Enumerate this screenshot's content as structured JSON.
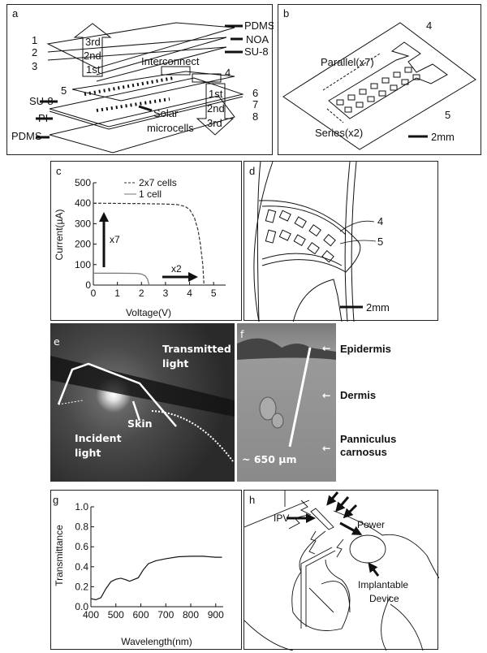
{
  "panel_a": {
    "letter": "a",
    "layers_top": [
      "PDMS",
      "NOA",
      "SU-8"
    ],
    "numbers_left": [
      "1",
      "2",
      "3"
    ],
    "order_up": [
      "3rd",
      "2nd",
      "1st"
    ],
    "interconnect": "Interconnect",
    "num4": "4",
    "num5": "5",
    "num6": "6",
    "num7": "7",
    "num8": "8",
    "order_down": [
      "1st",
      "2nd",
      "3rd"
    ],
    "layers_bottom": [
      "SU-8",
      "PI",
      "PDMS"
    ],
    "solar": [
      "Solar",
      "microcells"
    ]
  },
  "panel_b": {
    "letter": "b",
    "num4": "4",
    "num5": "5",
    "parallel": "Parallel(x7)",
    "series": "Series(x2)",
    "scale": "2mm"
  },
  "panel_c": {
    "letter": "c",
    "x7": "x7",
    "x2": "x2"
  },
  "panel_d": {
    "letter": "d",
    "num4": "4",
    "num5": "5",
    "scale": "2mm"
  },
  "panel_e": {
    "letter": "e",
    "transmitted": [
      "Transmitted",
      "light"
    ],
    "skin": "Skin",
    "incident": [
      "Incident",
      "light"
    ]
  },
  "panel_f": {
    "letter": "f",
    "thickness": "~ 650 µm",
    "layers": [
      "Epidermis",
      "Dermis",
      "Panniculus",
      "carnosus"
    ]
  },
  "panel_g": {
    "letter": "g"
  },
  "panel_h": {
    "letter": "h",
    "ipv": "IPV",
    "power": "Power",
    "device": [
      "Implantable",
      "Device"
    ]
  },
  "chart_data": [
    {
      "type": "line",
      "panel": "c",
      "xlabel": "Voltage(V)",
      "ylabel": "Current(µA)",
      "xlim": [
        0,
        5.5
      ],
      "ylim": [
        0,
        500
      ],
      "xticks": [
        "0",
        "1",
        "2",
        "3",
        "4",
        "5"
      ],
      "yticks": [
        "0",
        "100",
        "200",
        "300",
        "400",
        "500"
      ],
      "legend_position": "top-right",
      "series": [
        {
          "name": "2x7 cells",
          "style": "dashed",
          "x": [
            0,
            1,
            2,
            3,
            3.5,
            3.8,
            4.0,
            4.2,
            4.35,
            4.45,
            4.55,
            4.6
          ],
          "y": [
            400,
            399,
            398,
            396,
            393,
            385,
            370,
            330,
            270,
            200,
            100,
            0
          ]
        },
        {
          "name": "1 cell",
          "style": "solid",
          "x": [
            0,
            1,
            1.8,
            2.0,
            2.15,
            2.25,
            2.32
          ],
          "y": [
            58,
            58,
            57,
            54,
            45,
            30,
            0
          ]
        }
      ]
    },
    {
      "type": "line",
      "panel": "g",
      "xlabel": "Wavelength(nm)",
      "ylabel": "Transmittance",
      "xlim": [
        400,
        930
      ],
      "ylim": [
        0,
        1
      ],
      "xticks": [
        "400",
        "500",
        "600",
        "700",
        "800",
        "900"
      ],
      "yticks": [
        "0.0",
        "0.2",
        "0.4",
        "0.6",
        "0.8",
        "1.0"
      ],
      "series": [
        {
          "name": "Transmittance",
          "x": [
            400,
            420,
            440,
            460,
            480,
            500,
            520,
            540,
            555,
            570,
            590,
            610,
            630,
            660,
            700,
            750,
            800,
            850,
            900,
            925
          ],
          "y": [
            0.08,
            0.07,
            0.09,
            0.18,
            0.25,
            0.275,
            0.285,
            0.27,
            0.255,
            0.27,
            0.29,
            0.37,
            0.43,
            0.46,
            0.48,
            0.5,
            0.505,
            0.505,
            0.495,
            0.495
          ]
        }
      ]
    }
  ]
}
